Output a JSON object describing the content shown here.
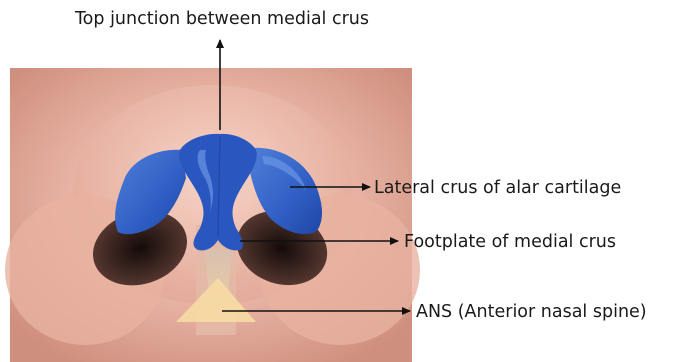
{
  "labels": {
    "top_junction": "Top junction between medial crus",
    "lateral_crus": "Lateral crus of alar cartilage",
    "footplate": "Footplate of medial crus",
    "ans": "ANS (Anterior nasal spine)"
  },
  "colors": {
    "cartilage": "#2f5fc4",
    "cartilage_highlight": "#5b8ae0",
    "cartilage_shadow": "#1d3f9a",
    "skin": "#e7b3a4",
    "nostril": "#2a1a17",
    "spine": "#f6d9a2",
    "arrow": "#111111"
  }
}
